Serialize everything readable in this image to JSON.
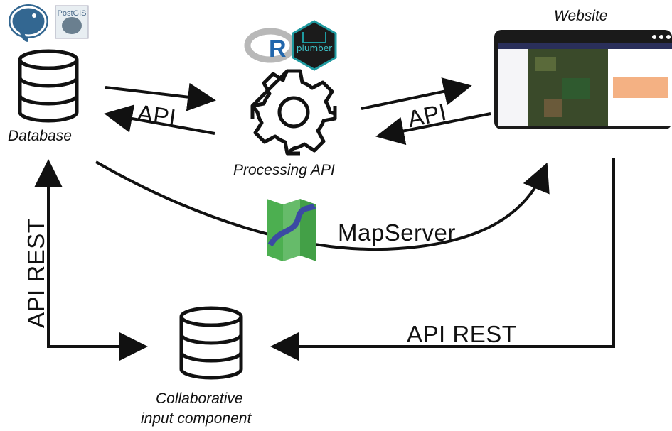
{
  "nodes": {
    "database": {
      "label": "Database",
      "logos": [
        "postgresql-logo",
        "postgis-logo"
      ],
      "logo_text": "PostGIS"
    },
    "processing_api": {
      "label": "Processing API",
      "logos": [
        "r-logo",
        "plumber-logo"
      ],
      "r_text": "R",
      "plumber_text": "plumber"
    },
    "website": {
      "label": "Website"
    },
    "collab": {
      "label_line1": "Collaborative",
      "label_line2": "input component"
    }
  },
  "edges": {
    "db_to_proc": "API",
    "proc_to_web": "API",
    "db_to_web": "MapServer",
    "web_to_collab": "API REST",
    "collab_to_db": "API REST"
  },
  "colors": {
    "stroke": "#111111",
    "postgres_blue": "#336791",
    "mapserver_green": "#4caf50",
    "mapserver_blue": "#3b4aa3",
    "plumber_teal": "#1e9aa0",
    "r_blue": "#2166ac",
    "r_gray": "#b8b8b8",
    "site_header": "#2a2f5a",
    "site_chart": "#f4b183"
  }
}
